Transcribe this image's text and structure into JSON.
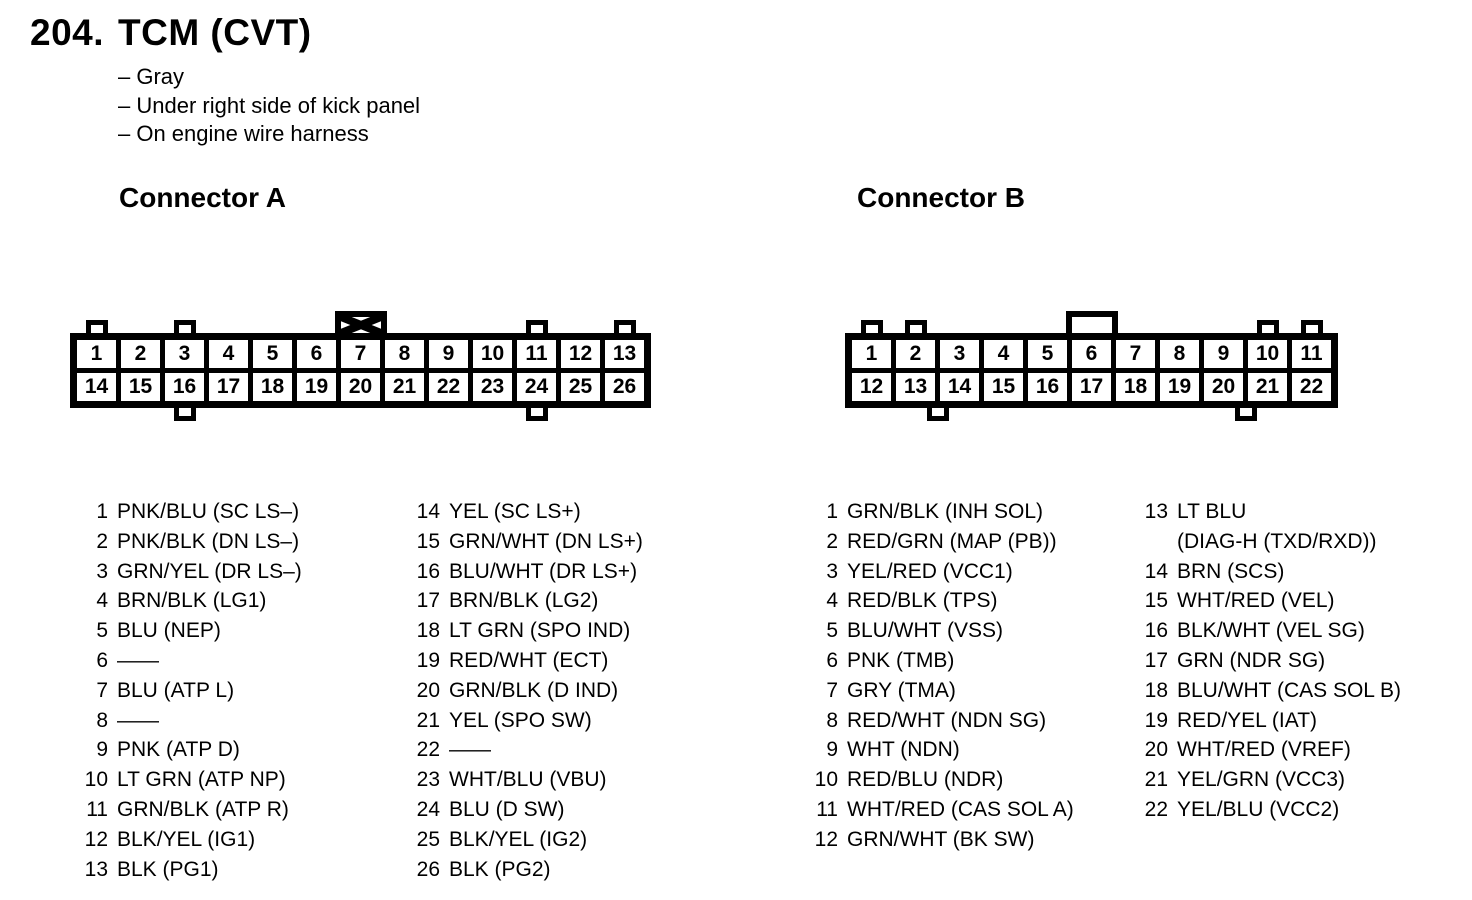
{
  "colors": {
    "ink": "#000000",
    "paper": "#ffffff"
  },
  "page": {
    "number": "204.",
    "title": "TCM (CVT)",
    "notes": [
      "– Gray",
      "– Under right side of kick panel",
      "– On engine wire harness"
    ]
  },
  "connectors": [
    {
      "id": "a",
      "title": "Connector A",
      "top_row": [
        "1",
        "2",
        "3",
        "4",
        "5",
        "6",
        "7",
        "8",
        "9",
        "10",
        "11",
        "12",
        "13"
      ],
      "bottom_row": [
        "14",
        "15",
        "16",
        "17",
        "18",
        "19",
        "20",
        "21",
        "22",
        "23",
        "24",
        "25",
        "26"
      ],
      "top_tabs": [
        1,
        3,
        11,
        13
      ],
      "bottom_tabs": [
        16,
        24
      ],
      "keyway": {
        "style": "crossed",
        "above_pin": 7
      },
      "pin_lists": [
        {
          "pins": [
            {
              "n": "1",
              "label": "PNK/BLU (SC LS–)"
            },
            {
              "n": "2",
              "label": "PNK/BLK (DN LS–)"
            },
            {
              "n": "3",
              "label": "GRN/YEL (DR LS–)"
            },
            {
              "n": "4",
              "label": "BRN/BLK (LG1)"
            },
            {
              "n": "5",
              "label": "BLU (NEP)"
            },
            {
              "n": "6",
              "label": "——"
            },
            {
              "n": "7",
              "label": "BLU (ATP L)"
            },
            {
              "n": "8",
              "label": "——"
            },
            {
              "n": "9",
              "label": "PNK (ATP D)"
            },
            {
              "n": "10",
              "label": "LT GRN (ATP NP)"
            },
            {
              "n": "11",
              "label": "GRN/BLK (ATP R)"
            },
            {
              "n": "12",
              "label": "BLK/YEL (IG1)"
            },
            {
              "n": "13",
              "label": "BLK (PG1)"
            }
          ]
        },
        {
          "pins": [
            {
              "n": "14",
              "label": "YEL (SC LS+)"
            },
            {
              "n": "15",
              "label": "GRN/WHT (DN LS+)"
            },
            {
              "n": "16",
              "label": "BLU/WHT (DR LS+)"
            },
            {
              "n": "17",
              "label": "BRN/BLK (LG2)"
            },
            {
              "n": "18",
              "label": "LT GRN (SPO IND)"
            },
            {
              "n": "19",
              "label": "RED/WHT (ECT)"
            },
            {
              "n": "20",
              "label": "GRN/BLK (D IND)"
            },
            {
              "n": "21",
              "label": "YEL (SPO SW)"
            },
            {
              "n": "22",
              "label": "——"
            },
            {
              "n": "23",
              "label": "WHT/BLU (VBU)"
            },
            {
              "n": "24",
              "label": "BLU (D SW)"
            },
            {
              "n": "25",
              "label": "BLK/YEL (IG2)"
            },
            {
              "n": "26",
              "label": "BLK (PG2)"
            }
          ]
        }
      ]
    },
    {
      "id": "b",
      "title": "Connector B",
      "top_row": [
        "1",
        "2",
        "3",
        "4",
        "5",
        "6",
        "7",
        "8",
        "9",
        "10",
        "11"
      ],
      "bottom_row": [
        "12",
        "13",
        "14",
        "15",
        "16",
        "17",
        "18",
        "19",
        "20",
        "21",
        "22"
      ],
      "top_tabs": [
        1,
        2,
        10,
        11
      ],
      "bottom_tabs": [
        13.5,
        20.5
      ],
      "keyway": {
        "style": "open",
        "above_pin": 6
      },
      "pin_lists": [
        {
          "pins": [
            {
              "n": "1",
              "label": "GRN/BLK (INH SOL)"
            },
            {
              "n": "2",
              "label": "RED/GRN (MAP (PB))"
            },
            {
              "n": "3",
              "label": "YEL/RED (VCC1)"
            },
            {
              "n": "4",
              "label": "RED/BLK (TPS)"
            },
            {
              "n": "5",
              "label": "BLU/WHT (VSS)"
            },
            {
              "n": "6",
              "label": "PNK (TMB)"
            },
            {
              "n": "7",
              "label": "GRY (TMA)"
            },
            {
              "n": "8",
              "label": "RED/WHT (NDN SG)"
            },
            {
              "n": "9",
              "label": "WHT (NDN)"
            },
            {
              "n": "10",
              "label": "RED/BLU (NDR)"
            },
            {
              "n": "11",
              "label": "WHT/RED (CAS SOL A)"
            },
            {
              "n": "12",
              "label": "GRN/WHT (BK SW)"
            }
          ]
        },
        {
          "pins": [
            {
              "n": "13",
              "label": "LT BLU",
              "label2": "(DIAG-H (TXD/RXD))"
            },
            {
              "n": "14",
              "label": "BRN (SCS)"
            },
            {
              "n": "15",
              "label": "WHT/RED (VEL)"
            },
            {
              "n": "16",
              "label": "BLK/WHT (VEL SG)"
            },
            {
              "n": "17",
              "label": "GRN (NDR SG)"
            },
            {
              "n": "18",
              "label": "BLU/WHT (CAS SOL B)"
            },
            {
              "n": "19",
              "label": "RED/YEL (IAT)"
            },
            {
              "n": "20",
              "label": "WHT/RED (VREF)"
            },
            {
              "n": "21",
              "label": "YEL/GRN (VCC3)"
            },
            {
              "n": "22",
              "label": "YEL/BLU (VCC2)"
            }
          ]
        }
      ]
    }
  ]
}
